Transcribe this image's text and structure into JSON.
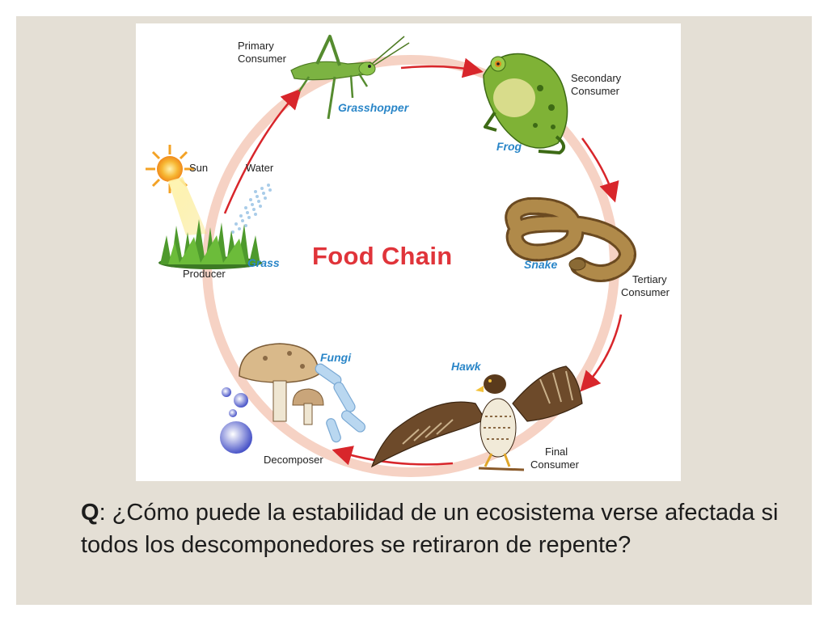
{
  "diagram": {
    "title": "Food Chain",
    "nodes": {
      "sun": "Sun",
      "water": "Water",
      "producer_role": "Producer",
      "producer_org": "Grass",
      "primary_role": [
        "Primary",
        "Consumer"
      ],
      "primary_org": "Grasshopper",
      "secondary_role": [
        "Secondary",
        "Consumer"
      ],
      "secondary_org": "Frog",
      "tertiary_role": [
        "Tertiary",
        "Consumer"
      ],
      "tertiary_org": "Snake",
      "final_role": [
        "Final",
        "Consumer"
      ],
      "final_org": "Hawk",
      "decomposer_role": "Decomposer",
      "decomposer_org": "Fungi"
    },
    "colors": {
      "title": "#e0343a",
      "organism_label": "#2a86c8",
      "cycle_ring": "#f6d2c4",
      "arrows": "#d8262b"
    }
  },
  "question": {
    "prefix": "Q",
    "text": ": ¿Cómo puede la estabilidad de un ecosistema verse afectada si todos los descomponedores se retiraron de repente?"
  }
}
